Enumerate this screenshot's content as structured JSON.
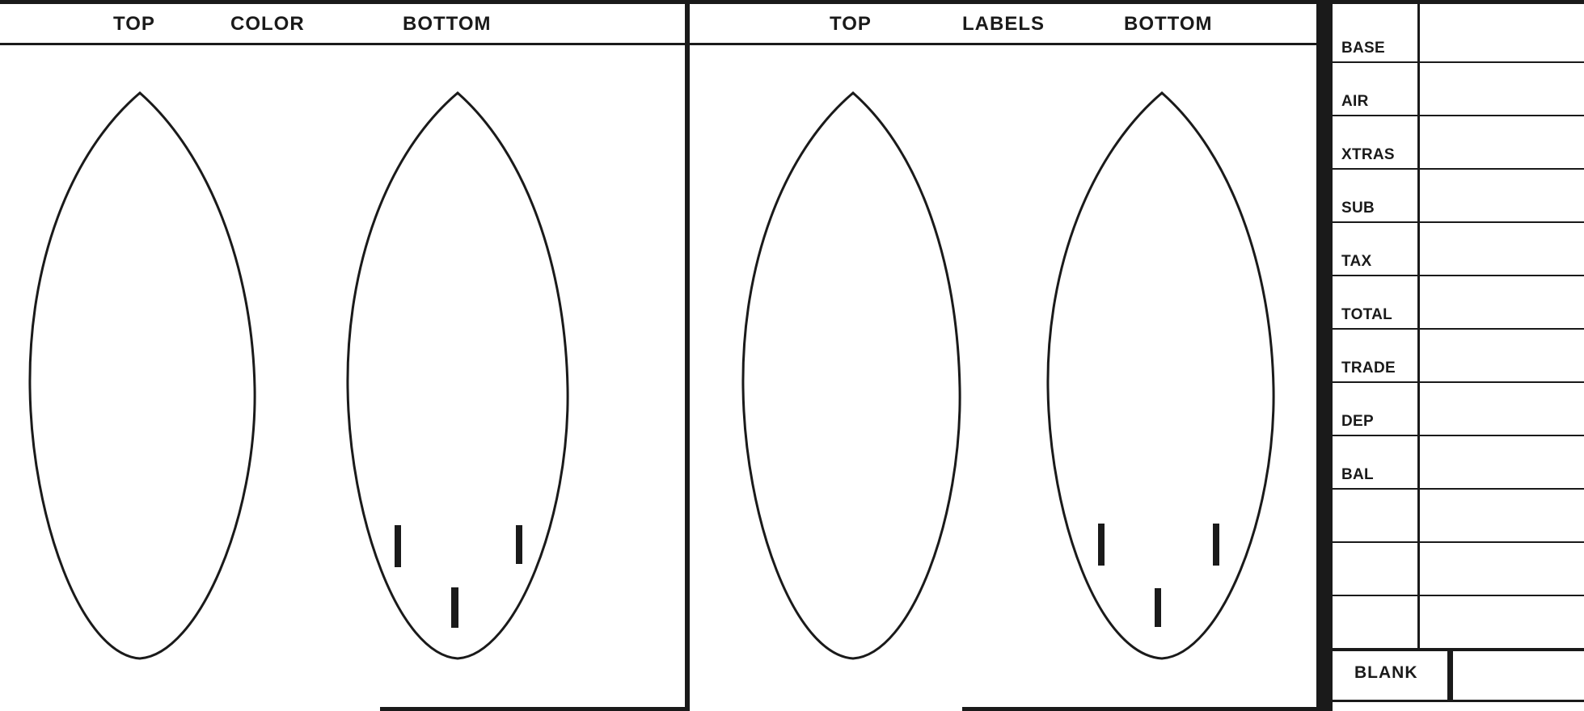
{
  "left_panel": {
    "headers": {
      "top": "TOP",
      "color": "COLOR",
      "bottom": "BOTTOM"
    }
  },
  "right_panel": {
    "headers": {
      "top": "TOP",
      "labels": "LABELS",
      "bottom": "BOTTOM"
    }
  },
  "price_table": {
    "rows": [
      "BASE",
      "AIR",
      "XTRAS",
      "SUB",
      "TAX",
      "TOTAL",
      "TRADE",
      "DEP",
      "BAL",
      "",
      "",
      ""
    ],
    "blank_label": "BLANK"
  },
  "boards": {
    "shape": "surfboard-outline",
    "fin_setup": "three fins (thruster)"
  }
}
